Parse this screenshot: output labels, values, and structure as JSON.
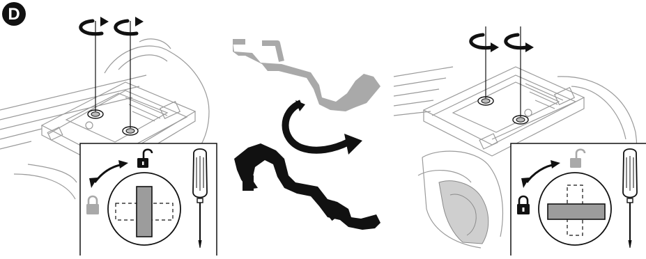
{
  "step": {
    "label": "D"
  },
  "colors": {
    "ink": "#111111",
    "line": "#9a9a9a",
    "light": "#d9d9d9",
    "ghost": "#a9a9a9",
    "panel_fill": "#ffffff",
    "slot": "#9c9c9c"
  },
  "icons": {
    "rotate": "rotate-arrow-icon",
    "lock": "padlock-closed-icon",
    "unlock": "padlock-open-icon",
    "tool": "screwdriver-icon",
    "flip": "curved-arrow-icon"
  },
  "panels": {
    "left": {
      "state": "unlocked",
      "active_icon": "unlock"
    },
    "right": {
      "state": "locked",
      "active_icon": "lock"
    }
  }
}
